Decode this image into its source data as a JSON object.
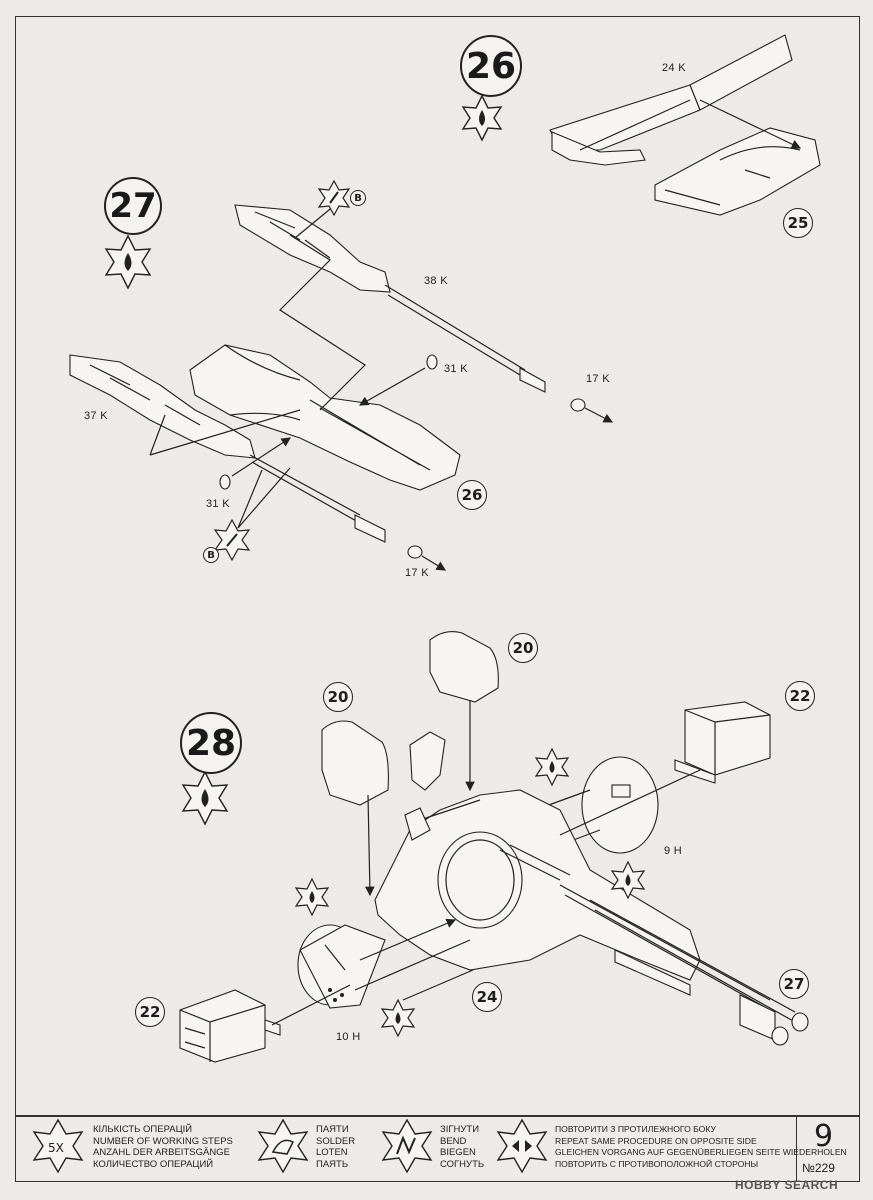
{
  "steps": {
    "s26": {
      "number": "26",
      "icon": "glue-drop-icon"
    },
    "s27": {
      "number": "27",
      "icon": "glue-drop-icon"
    },
    "s28": {
      "number": "28",
      "icon": "glue-drop-icon"
    }
  },
  "step26": {
    "labels": {
      "p24k": "24 K"
    },
    "callouts": {
      "c25": "25"
    }
  },
  "step27": {
    "labels": {
      "p38k": "38 K",
      "p31k_a": "31 K",
      "p31k_b": "31 K",
      "p37k": "37 K",
      "p17k_a": "17 K",
      "p17k_b": "17 K"
    },
    "callouts": {
      "c26": "26",
      "bend_a": "B",
      "bend_b": "B"
    }
  },
  "step28": {
    "labels": {
      "p9h": "9 H",
      "p10h": "10 H"
    },
    "callouts": {
      "c20a": "20",
      "c20b": "20",
      "c22a": "22",
      "c22b": "22",
      "c24": "24",
      "c27": "27"
    }
  },
  "legend": {
    "working_steps": {
      "badge": "5X",
      "lines": [
        "КІЛЬКІСТЬ ОПЕРАЦІЙ",
        "NUMBER OF WORKING STEPS",
        "ANZAHL DER ARBEITSGÄNGE",
        "КОЛИЧЕСТВО ОПЕРАЦИЙ"
      ]
    },
    "solder": {
      "lines": [
        "ПАЯТИ",
        "SOLDER",
        "LOTEN",
        "ПАЯТЬ"
      ]
    },
    "bend": {
      "lines": [
        "ЗІГНУТИ",
        "BEND",
        "BIEGEN",
        "СОГНУТЬ"
      ]
    },
    "repeat": {
      "lines": [
        "ПОВТОРИТИ З ПРОТИЛЕЖНОГО БОКУ",
        "REPEAT SAME PROCEDURE ON OPPOSITE SIDE",
        "GLEICHEN VORGANG AUF GEGENÜBERLIEGEN SEITE WIEDERHOLEN",
        "ПОВТОРИТЬ С ПРОТИВОПОЛОЖНОЙ СТОРОНЫ"
      ]
    },
    "page_number": "9",
    "catalog_number": "№229"
  },
  "watermark": "HOBBY SEARCH"
}
